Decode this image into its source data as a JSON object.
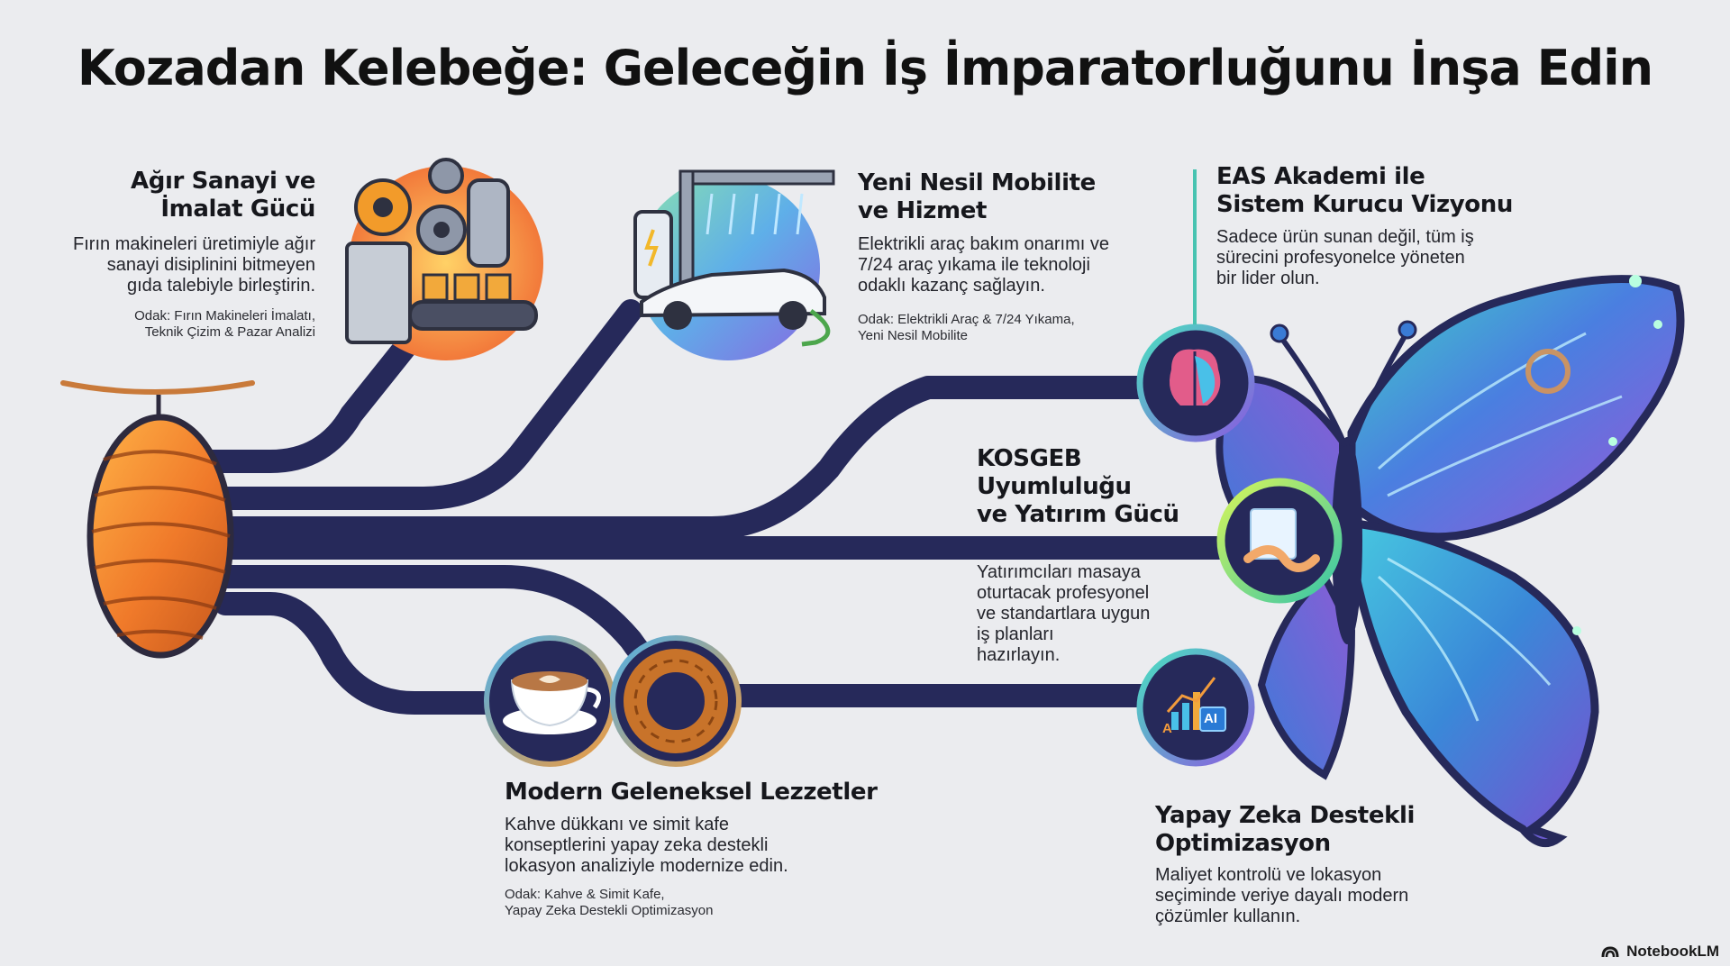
{
  "title": "Kozadan Kelebeğe: Geleceğin İş İmparatorluğunu İnşa Edin",
  "sections": {
    "heavy_industry": {
      "heading_line1": "Ağır Sanayi ve",
      "heading_line2": "İmalat Gücü",
      "body": [
        "Fırın makineleri üretimiyle ağır",
        "sanayi disiplinini bitmeyen",
        "gıda talebiyle birleştirin."
      ],
      "focus": [
        "Odak: Fırın Makineleri İmalatı,",
        "Teknik Çizim & Pazar Analizi"
      ],
      "icon": "factory-gears-icon"
    },
    "mobility": {
      "heading_line1": "Yeni Nesil Mobilite",
      "heading_line2": "ve Hizmet",
      "body": [
        "Elektrikli araç bakım onarımı ve",
        "7/24 araç yıkama ile teknoloji",
        "odaklı kazanç sağlayın."
      ],
      "focus": [
        "Odak: Elektrikli Araç & 7/24 Yıkama,",
        "Yeni Nesil Mobilite"
      ],
      "icon": "electric-car-wash-icon"
    },
    "academy": {
      "heading_line1": "EAS Akademi ile",
      "heading_line2": "Sistem Kurucu Vizyonu",
      "body": [
        "Sadece ürün sunan değil, tüm iş",
        "sürecini profesyonelce yöneten",
        "bir lider olun."
      ],
      "icon": "brain-circuit-icon"
    },
    "kosgeb": {
      "heading": [
        "KOSGEB",
        "Uyumluluğu",
        "ve Yatırım Gücü"
      ],
      "body": [
        "Yatırımcıları masaya",
        "oturtacak profesyonel",
        "ve standartlara uygun",
        "iş planları",
        "hazırlayın."
      ],
      "icon": "handshake-document-icon"
    },
    "food": {
      "heading": "Modern Geleneksel Lezzetler",
      "body": [
        "Kahve dükkanı ve simit kafe",
        "konseptlerini yapay zeka destekli",
        "lokasyon analiziyle modernize edin."
      ],
      "focus": [
        "Odak: Kahve & Simit Kafe,",
        "Yapay Zeka Destekli Optimizasyon"
      ],
      "icons": [
        "coffee-cup-icon",
        "simit-icon"
      ]
    },
    "ai": {
      "heading_line1": "Yapay Zeka Destekli",
      "heading_line2": "Optimizasyon",
      "body": [
        "Maliyet kontrolü ve lokasyon",
        "seçiminde veriye dayalı modern",
        "çözümler kullanın."
      ],
      "icon": "ai-chart-icon",
      "ai_badge": "AI",
      "a_letter": "A"
    }
  },
  "branding": {
    "logo_text": "NotebookLM"
  },
  "colors": {
    "background": "#ebecef",
    "path": "#26295a",
    "cocoon": "#e9782b",
    "butterfly_blue": "#4f7ee0",
    "butterfly_teal": "#3fc6b9",
    "butterfly_purple": "#8a55d4"
  }
}
